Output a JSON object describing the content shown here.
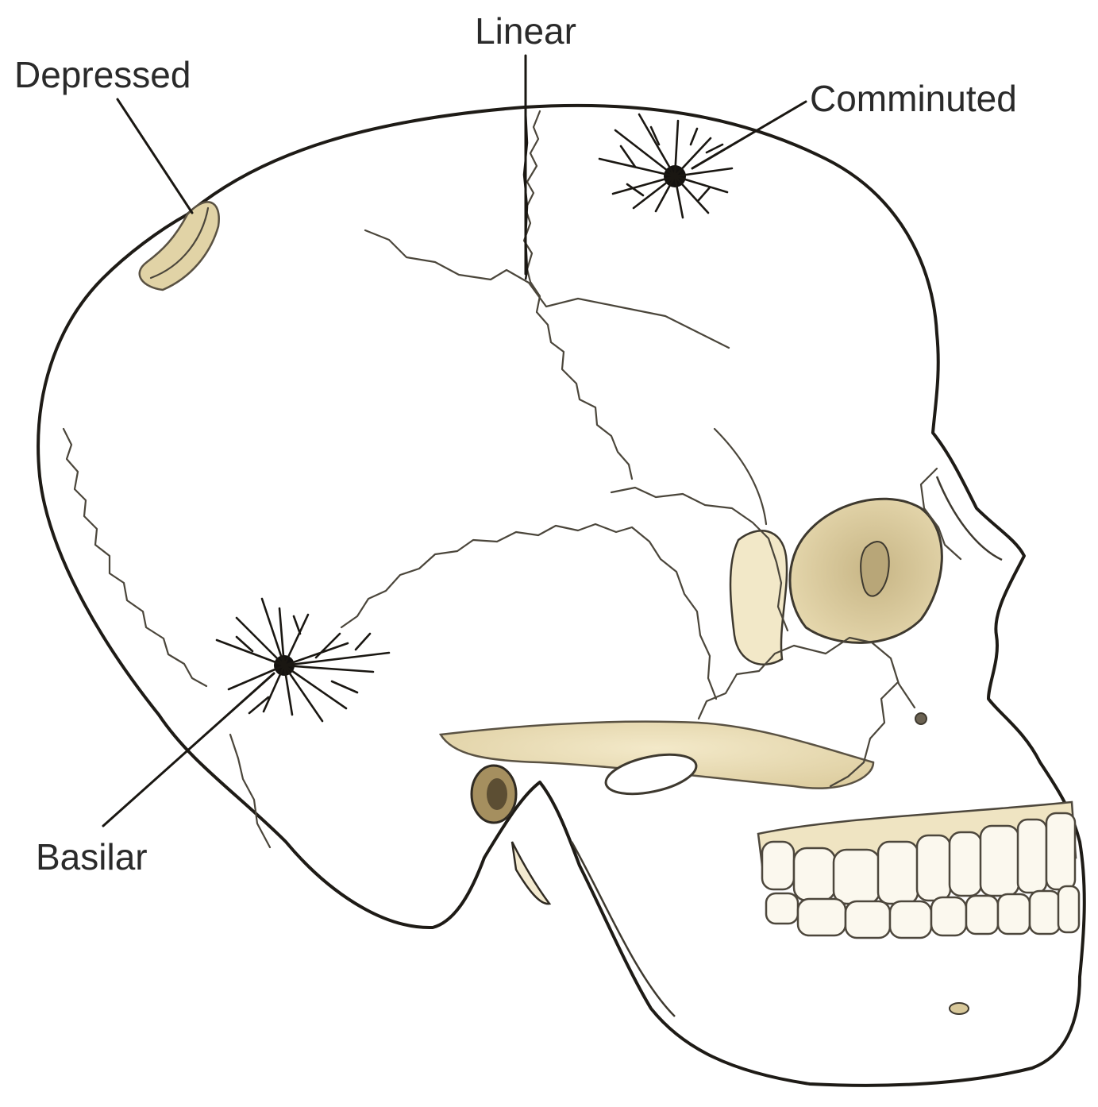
{
  "labels": {
    "linear": "Linear",
    "depressed": "Depressed",
    "comminuted": "Comminuted",
    "basilar": "Basilar"
  },
  "colors": {
    "bone": "#eee2bd",
    "bone_shadow": "#d8c89a",
    "bone_highlight": "#f8f1da",
    "outline": "#1e1b16",
    "teeth": "#fbf8ee",
    "label_text": "#2a2a2a"
  }
}
